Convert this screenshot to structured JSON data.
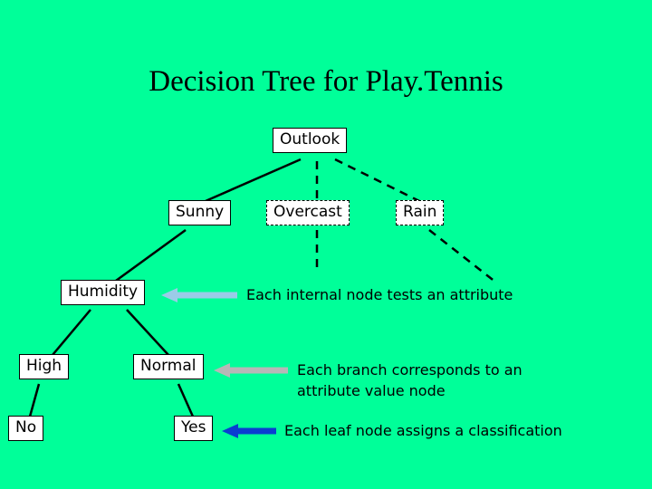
{
  "page": {
    "background_color": "#00FF99",
    "title": "Decision Tree for Play.Tennis"
  },
  "tree": {
    "root": {
      "label": "Outlook"
    },
    "branches": [
      {
        "label": "Sunny"
      },
      {
        "label": "Overcast"
      },
      {
        "label": "Rain"
      }
    ],
    "internal": [
      {
        "label": "Humidity"
      }
    ],
    "humidity_branches": [
      {
        "label": "High"
      },
      {
        "label": "Normal"
      }
    ],
    "leaves": [
      {
        "label": "No"
      },
      {
        "label": "Yes"
      }
    ]
  },
  "annotations": [
    {
      "text": "Each internal node tests an attribute"
    },
    {
      "text": "Each branch corresponds to an"
    },
    {
      "text": "attribute value node"
    },
    {
      "text": "Each leaf node assigns a classification"
    }
  ],
  "arrow_color": "#9BCBE8"
}
